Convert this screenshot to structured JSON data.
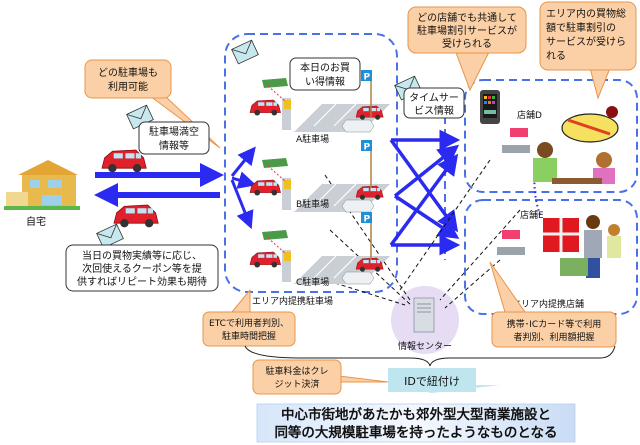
{
  "diagram": {
    "home": {
      "label": "自宅"
    },
    "callouts": {
      "any_parking": [
        "どの駐車場も",
        "利用可能"
      ],
      "vacancy_info": [
        "駐車場満空",
        "情報等"
      ],
      "todays_deals": [
        "本日のお買",
        "い得情報"
      ],
      "time_service": [
        "タイムサー",
        "ビス情報"
      ],
      "common_discount": [
        "どの店舗でも共通して",
        "駐車場割引サービスが",
        "受けられる"
      ],
      "total_purchase_discount": [
        "エリア内の買物総",
        "額で駐車割引の",
        "サービスが受けら",
        "れる"
      ],
      "coupon": [
        "当日の買物実績等に応じ、",
        "次回使えるクーポン等を提",
        "供すればリピート効果も期待"
      ],
      "etc": [
        "ETCで利用者判別、",
        "駐車時間把握"
      ],
      "credit": [
        "駐車料金はクレ",
        "ジット決済"
      ],
      "ic_card": [
        "携帯･ICカード等で利用",
        "者判別、利用額把握"
      ],
      "id_link": "IDで紐付け"
    },
    "parking_lots": [
      {
        "label": "A駐車場"
      },
      {
        "label": "B駐車場"
      },
      {
        "label": "C駐車場"
      }
    ],
    "parking_group_label": "エリア内提携駐車場",
    "stores": [
      {
        "label": "店舗D"
      },
      {
        "label": "店舗E"
      }
    ],
    "store_group_label": "エリア内提携店舗",
    "info_center": {
      "label": "情報センター"
    },
    "parking_sign": "P",
    "conclusion": [
      "中心市街地があたかも郊外型大型商業施設と",
      "同等の大規模駐車場を持ったようなものとなる"
    ],
    "colors": {
      "arrow_blue": "#2a2af0",
      "dash_blue": "#4a72e8",
      "callout_orange_fill": "#fbd0a6",
      "callout_orange_stroke": "#e8944a",
      "id_fill": "#bfe6ee",
      "conclusion_fill": "#cfe0f6",
      "info_center_fill": "#e6dcf4"
    }
  }
}
